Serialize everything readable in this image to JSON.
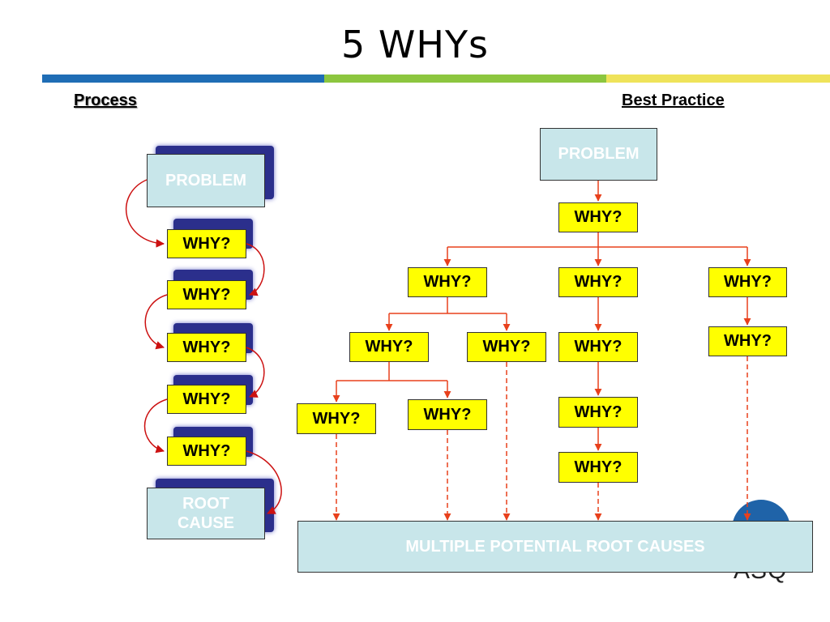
{
  "title": "5 WHYs",
  "process": {
    "heading": "Process",
    "problem_label": "PROBLEM",
    "why_labels": [
      "WHY?",
      "WHY?",
      "WHY?",
      "WHY?",
      "WHY?"
    ],
    "root_cause_label": "ROOT CAUSE"
  },
  "best_practice": {
    "heading": "Best Practice",
    "problem_label": "PROBLEM",
    "why_label": "WHY?",
    "multiple_root_causes_label": "MULTIPLE POTENTIAL ROOT CAUSES"
  },
  "logo": {
    "text": "ASQ"
  },
  "colors": {
    "why_fill": "#ffff00",
    "box_fill": "#c8e6ea",
    "arrow": "#e8401c",
    "process_arrow": "#cc1111",
    "bar_blue": "#1f6db5",
    "bar_green": "#8cc63f",
    "bar_yellow": "#efe35a"
  }
}
